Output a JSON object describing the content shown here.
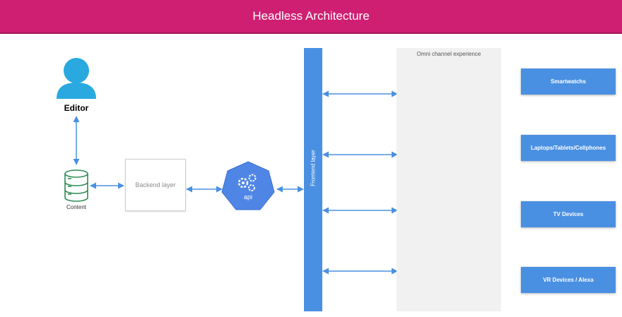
{
  "banner": {
    "title": "Headless Architecture"
  },
  "editor": {
    "label": "Editor"
  },
  "content": {
    "label": "Content"
  },
  "backend": {
    "label": "Backend layer"
  },
  "api": {
    "label": "api"
  },
  "frontend": {
    "label": "Frontend layer"
  },
  "omni": {
    "title": "Omni channel experience"
  },
  "devices": [
    {
      "label": "Smartwatchs"
    },
    {
      "label": "Laptops/Tablets/Cellphones"
    },
    {
      "label": "TV Devices"
    },
    {
      "label": "VR Devices / Alexa"
    }
  ],
  "colors": {
    "banner": "#cf1f72",
    "accent": "#4a90e2",
    "user": "#29a9e0",
    "database": "#2e8b57",
    "panel": "#f1f1f1"
  }
}
